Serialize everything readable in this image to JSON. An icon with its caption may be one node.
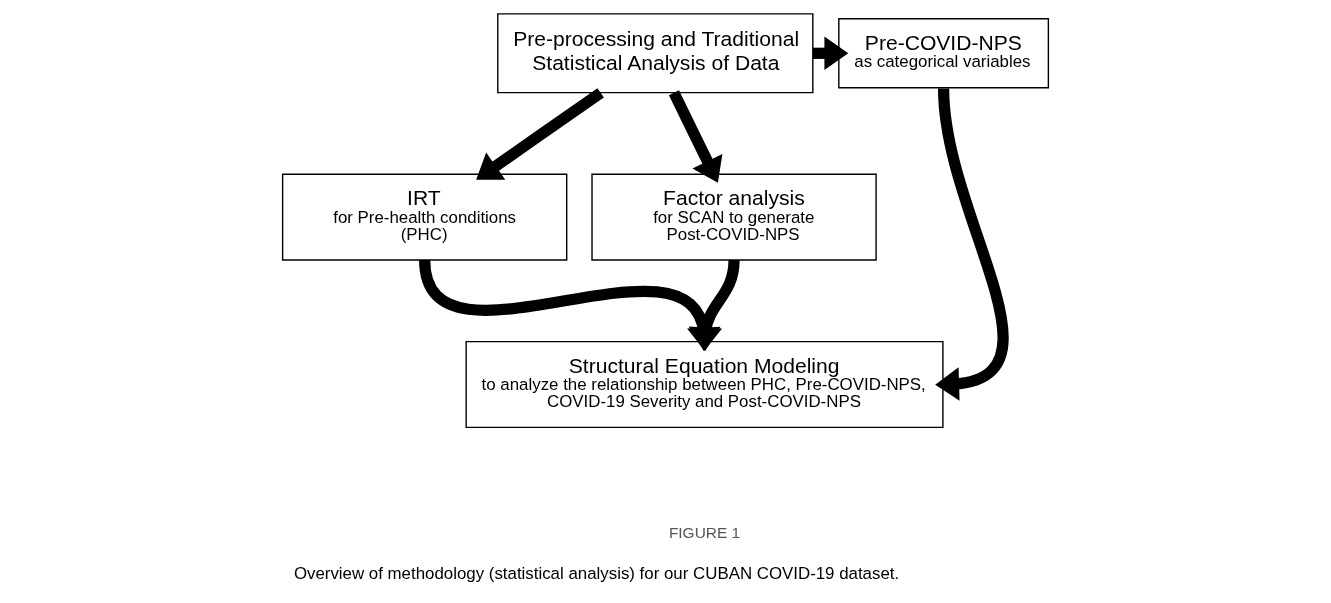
{
  "diagram": {
    "caption": "Overview of methodology (statistical analysis) for our CUBAN COVID-19 dataset.",
    "nodes": [
      {
        "text": [
          "Pre-processing and Traditional Statistical Analysis of Data"
        ]
      },
      {
        "text": [
          "Pre-COVID-NPS",
          "as categorical variables"
        ]
      },
      {
        "text": [
          "IRT",
          "for Pre-health conditions (PHC)"
        ]
      },
      {
        "text": [
          "Factor analysis",
          "for SCAN to generate Post-COVID-NPS"
        ]
      },
      {
        "text": [
          "Structural Equation Modeling",
          "to analyze the relationship between PHC, Pre-COVID-NPS, COVID-19 Severity and Post-COVID-NPS"
        ]
      }
    ],
    "edges": [
      {
        "from": 0,
        "to": 1,
        "arrow": "to"
      },
      {
        "from": 0,
        "to": 2,
        "arrow": "to"
      },
      {
        "from": 0,
        "to": 3,
        "arrow": "to"
      },
      {
        "from": 2,
        "to": 4,
        "arrow": "to"
      },
      {
        "from": 3,
        "to": 4,
        "arrow": "to"
      },
      {
        "from": 1,
        "to": 4,
        "arrow": "to"
      }
    ],
    "labels": [
      "FIGURE 1"
    ]
  }
}
